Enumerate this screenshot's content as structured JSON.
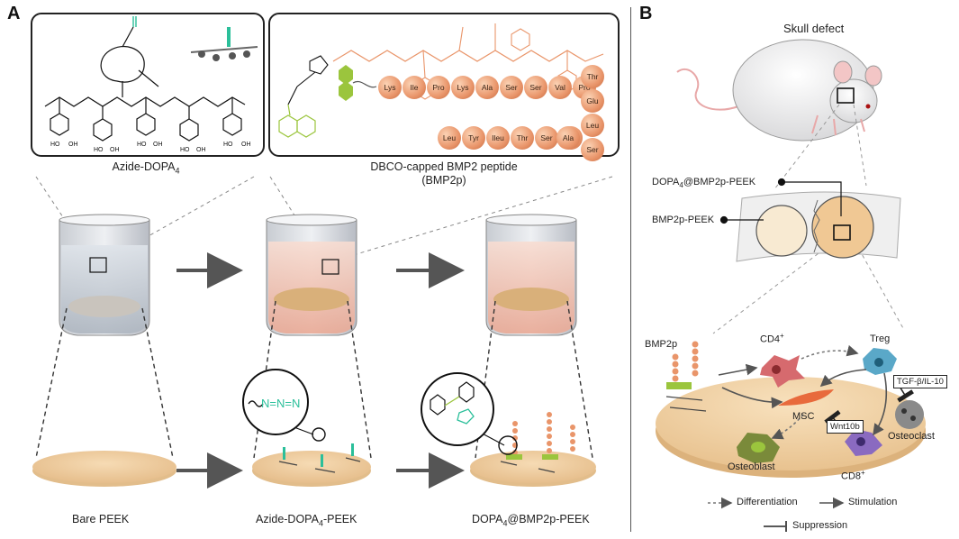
{
  "panel_a": {
    "letter": "A",
    "azide_box_caption": "Azide-DOPA",
    "azide_box_caption_sub": "4",
    "dbco_caption_line1": "DBCO-capped BMP2 peptide",
    "dbco_caption_line2": "(BMP2p)",
    "peptide_row1": [
      "Lys",
      "Ile",
      "Pro",
      "Lys",
      "Ala",
      "Ser",
      "Ser",
      "Val",
      "Pro",
      "Thr",
      "Glu"
    ],
    "peptide_col": [
      "Leu",
      "Ser",
      "Ala"
    ],
    "peptide_row2": [
      "Leu",
      "Tyr",
      "Ileu",
      "Thr",
      "Ser",
      "Ile"
    ],
    "azide_formula": "N=N=N",
    "bottom_labels": {
      "bare": "Bare PEEK",
      "azide_prefix": "Azide-DOPA",
      "azide_sub": "4",
      "azide_suffix": "-PEEK",
      "dopa_prefix": "DOPA",
      "dopa_sub": "4",
      "dopa_suffix": "@BMP2p-PEEK"
    }
  },
  "panel_b": {
    "letter": "B",
    "title": "Skull defect",
    "implant_label_1_prefix": "DOPA",
    "implant_label_1_sub": "4",
    "implant_label_1_suffix": "@BMP2p-PEEK",
    "implant_label_2": "BMP2p-PEEK",
    "cells": {
      "bmp2p": "BMP2p",
      "cd4": "CD4",
      "cd4_sup": "+",
      "treg": "Treg",
      "msc": "MSC",
      "osteoblast": "Osteoblast",
      "osteoclast": "Osteoclast",
      "cd8": "CD8",
      "cd8_sup": "+",
      "tgf": "TGF-β/IL-10",
      "wnt": "Wnt10b"
    },
    "legend": {
      "differentiation": "Differentiation",
      "stimulation": "Stimulation",
      "suppression": "Suppression"
    }
  },
  "colors": {
    "peek": "#f2d3a8",
    "peptide": "#e9956a",
    "azide": "#2bbf9a",
    "dbco": "#9bc53d",
    "liquid_pink": "#f4c7b8"
  }
}
